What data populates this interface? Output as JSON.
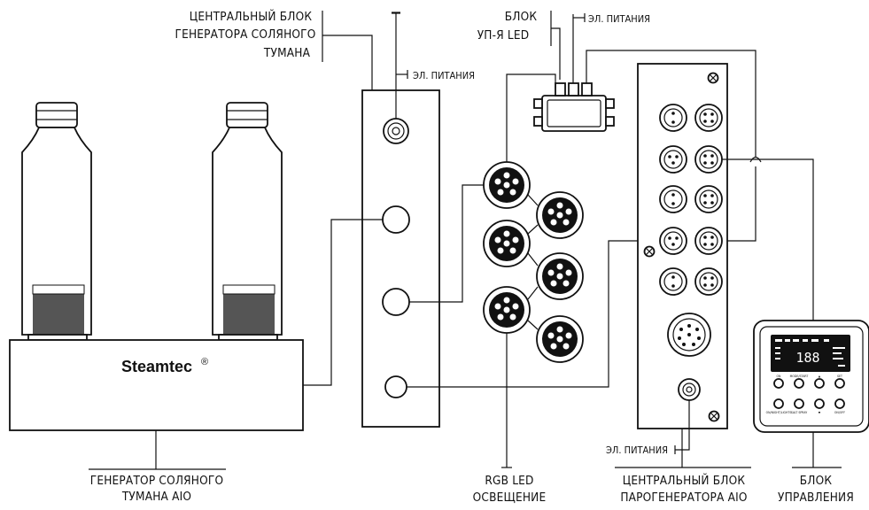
{
  "labels": {
    "salt_central_block": [
      "ЦЕНТРАЛЬНЫЙ БЛОК",
      "ГЕНЕРАТОРА СОЛЯНОГО",
      "ТУМАНА"
    ],
    "led_control_block": [
      "БЛОК",
      "УП-Я LED"
    ],
    "power_top": "ЭЛ. ПИТАНИЯ",
    "power_salt": "ЭЛ. ПИТАНИЯ",
    "power_steam": "ЭЛ. ПИТАНИЯ",
    "salt_generator": [
      "ГЕНЕРАТОР СОЛЯНОГО",
      "ТУМАНА AIO"
    ],
    "rgb_led": [
      "RGB LED",
      "ОСВЕЩЕНИЕ"
    ],
    "steam_central_block": [
      "ЦЕНТРАЛЬНЫЙ БЛОК",
      "ПАРОГЕНЕРАТОРА AIO"
    ],
    "control_block": [
      "БЛОК",
      "УПРАВЛЕНИЯ"
    ],
    "brand": "Steamtec",
    "registered": "®"
  },
  "control_panel": {
    "display_digits": "188",
    "keys_row1": [
      "ON",
      "MODE/START",
      "▲",
      "SET"
    ],
    "keys_row2": [
      "ON/NIGHT/LIGHTS",
      "SALT SPRAY",
      "▼",
      "ON/OFF"
    ]
  }
}
